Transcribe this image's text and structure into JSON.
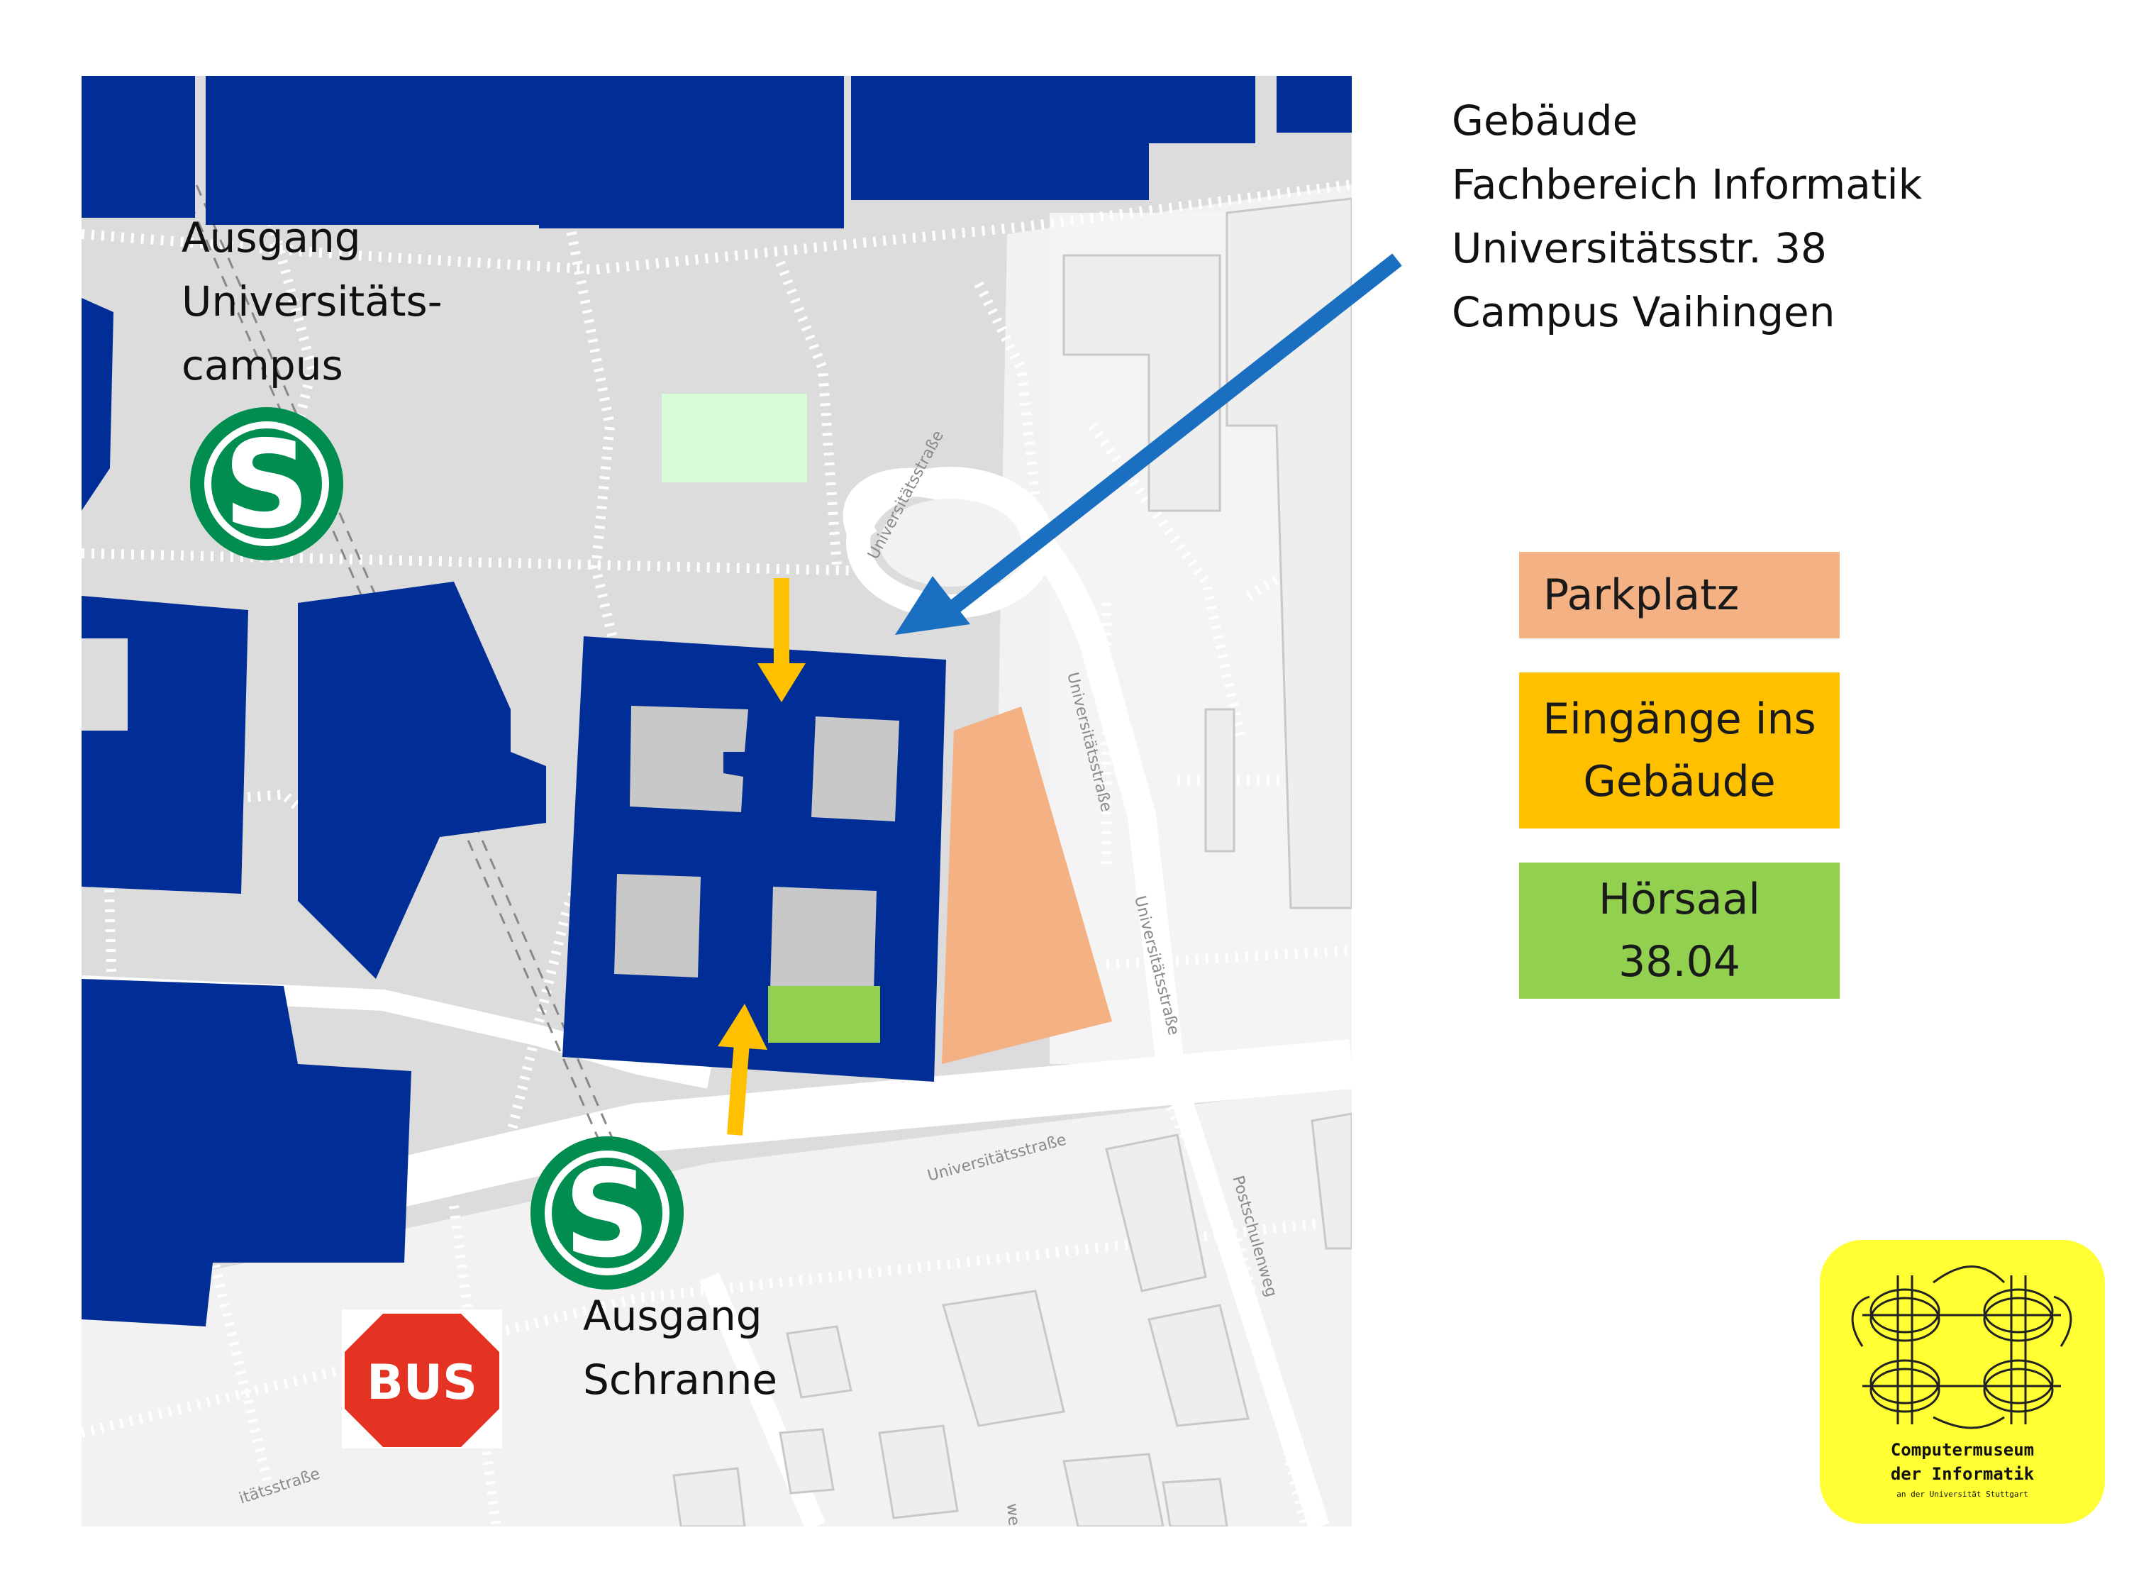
{
  "map": {
    "building_label": [
      "Gebäude",
      "Fachbereich Informatik",
      "Universitätsstr. 38",
      "Campus Vaihingen"
    ],
    "exit_university": [
      "Ausgang",
      "Universitäts-",
      "campus"
    ],
    "exit_schranne": [
      "Ausgang",
      "Schranne"
    ],
    "sbahn_symbol": "S",
    "bus_symbol": "BUS",
    "streets": {
      "loop": "Universitätsstraße",
      "east1": "Universitätsstraße",
      "east2": "Universitätsstraße",
      "main": "Universitätsstraße",
      "southwest": "itätsstraße",
      "post": "Postschulenweg",
      "bottom": "weg"
    }
  },
  "legend": {
    "parking": {
      "label": "Parkplatz",
      "color": "#f4b183"
    },
    "entrances": {
      "label": "Eingänge ins\nGebäude",
      "color": "#ffc000"
    },
    "lecture_hall": {
      "label": "Hörsaal\n38.04",
      "color": "#92d050"
    }
  },
  "colors": {
    "building": "#002d96",
    "sbahn": "#008d4f",
    "bus": "#e53323",
    "arrow_blue": "#1a6fc0",
    "logo_bg": "#ffff33"
  },
  "logo": {
    "line1": "Computermuseum",
    "line2": "der Informatik",
    "line3": "an der Universität Stuttgart"
  }
}
